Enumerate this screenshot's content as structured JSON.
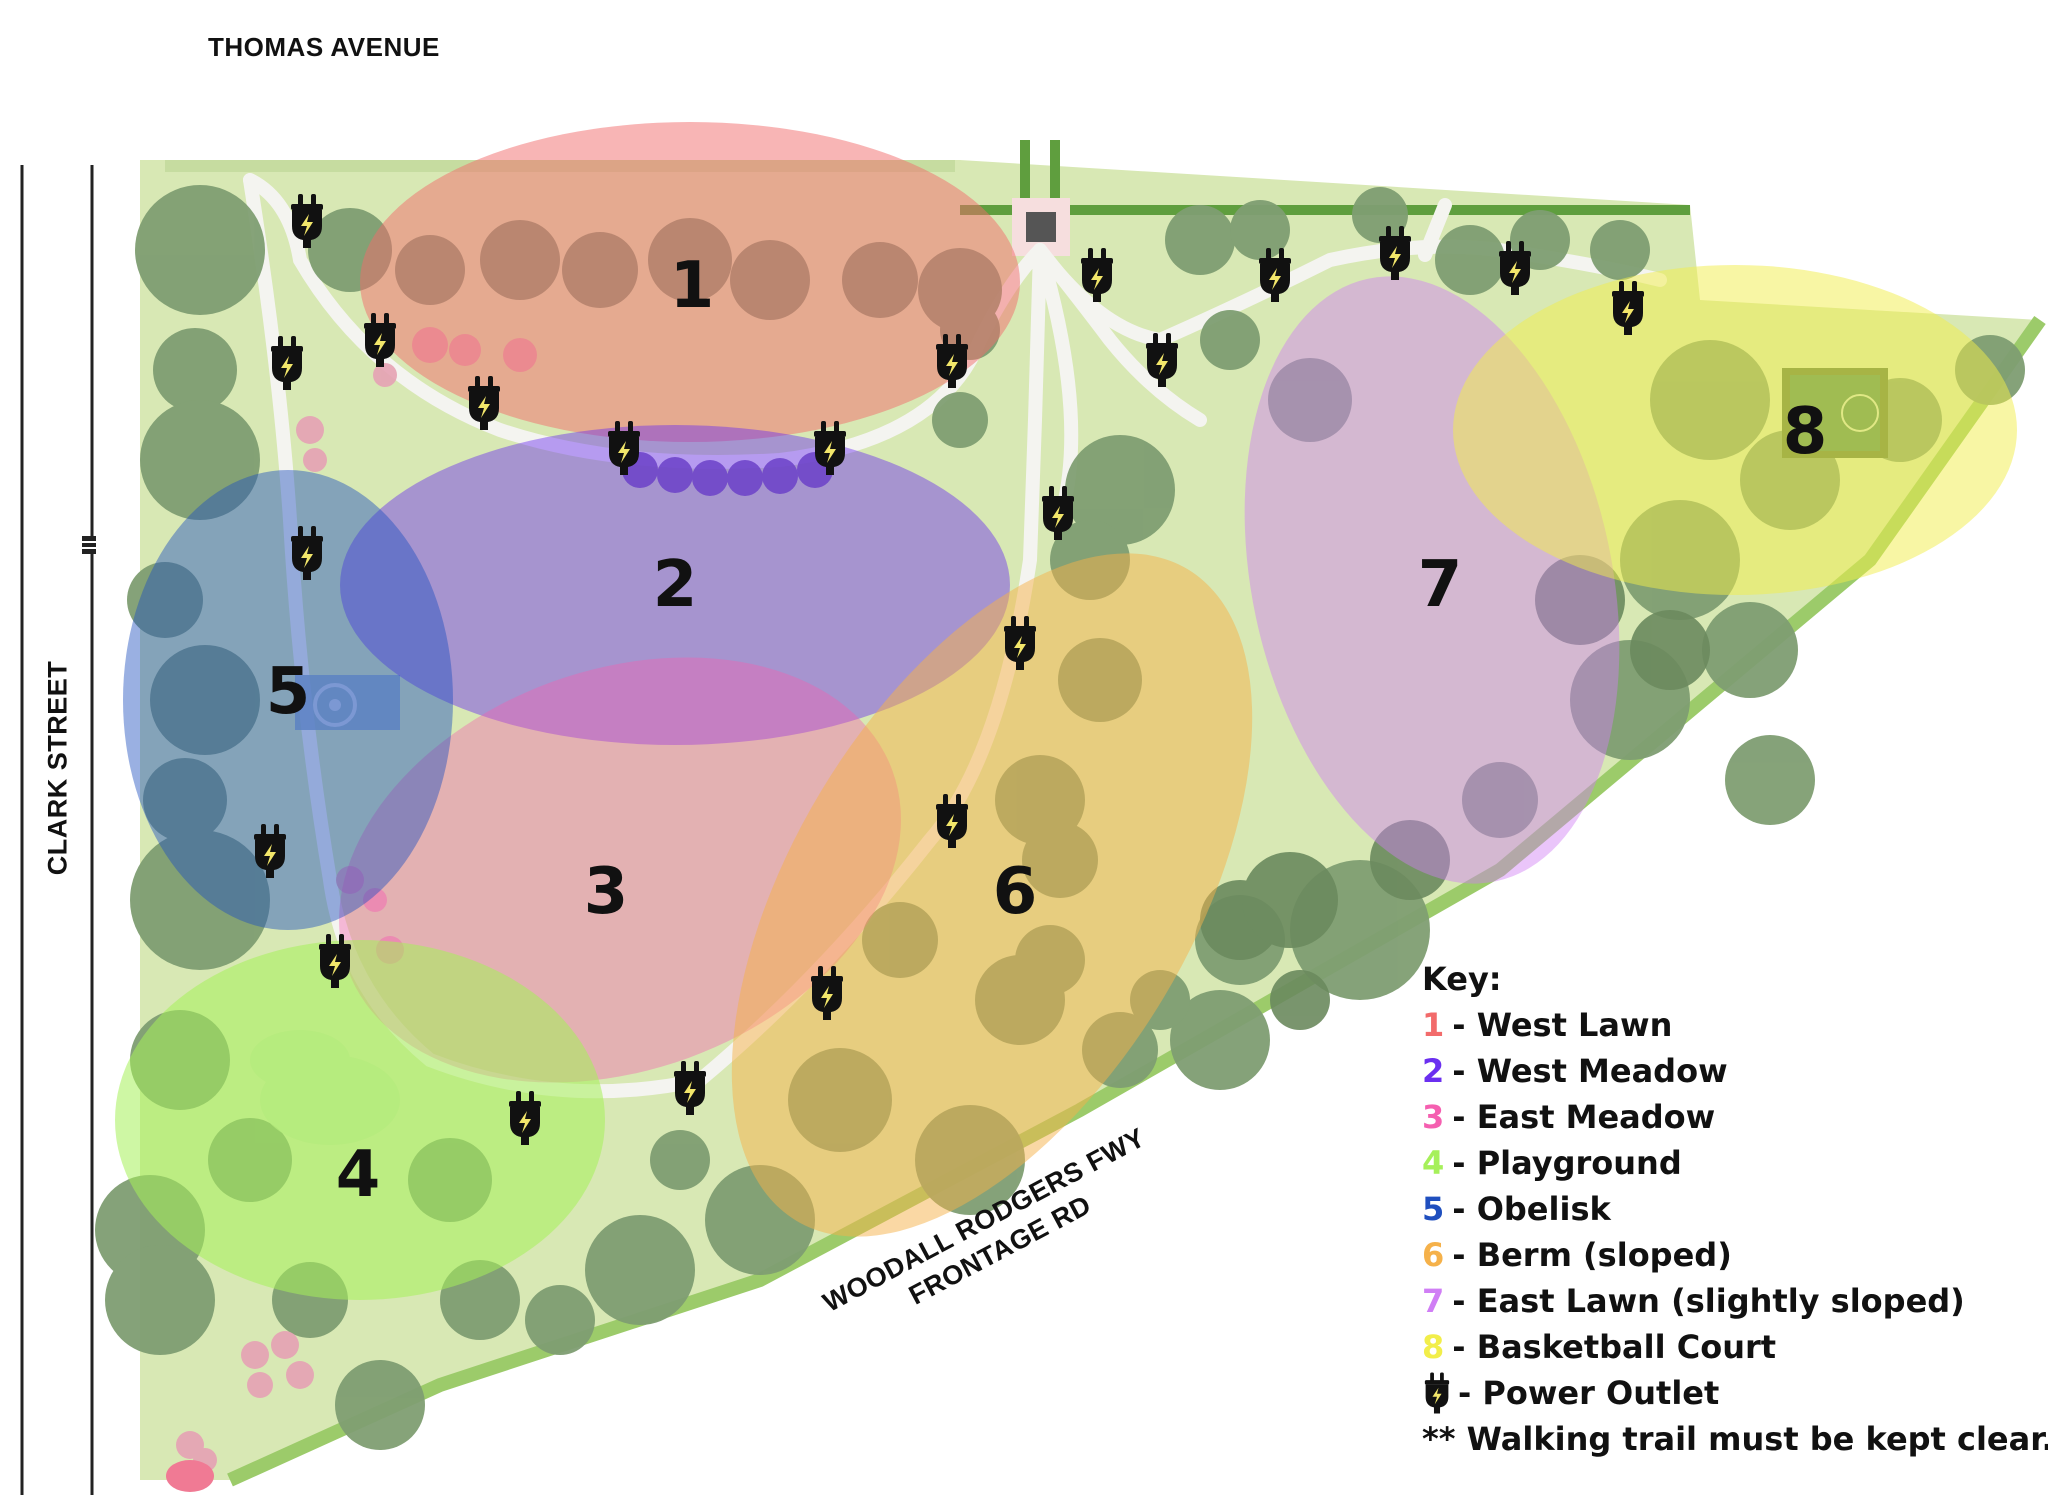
{
  "streets": {
    "north": "THOMAS AVENUE",
    "west": "CLARK STREET",
    "south_line1": "WOODALL RODGERS FWY",
    "south_line2": "FRONTAGE RD"
  },
  "zones": [
    {
      "number": "1",
      "name": "West Lawn",
      "color": "#f26b6b"
    },
    {
      "number": "2",
      "name": "West Meadow",
      "color": "#6b2ff0"
    },
    {
      "number": "3",
      "name": "East Meadow",
      "color": "#f55fb0"
    },
    {
      "number": "4",
      "name": "Playground",
      "color": "#a6f05a"
    },
    {
      "number": "5",
      "name": "Obelisk",
      "color": "#1f4fbf"
    },
    {
      "number": "6",
      "name": "Berm (sloped)",
      "color": "#f5b14a"
    },
    {
      "number": "7",
      "name": "East Lawn (slightly sloped)",
      "color": "#d07ef5"
    },
    {
      "number": "8",
      "name": "Basketball Court",
      "color": "#f2ee4a"
    }
  ],
  "legend": {
    "title": "Key:",
    "separator": "-",
    "outlet_label": "Power Outlet",
    "note": "** Walking trail must be kept clear.",
    "outlet_icon": "power-plug-icon"
  },
  "colors": {
    "lawn": "#d8e8b4",
    "border_strip": "#9ccb6a",
    "path": "#f2f2ee",
    "tree": "#7f9e72",
    "tree_dark": "#6b8a5e"
  }
}
